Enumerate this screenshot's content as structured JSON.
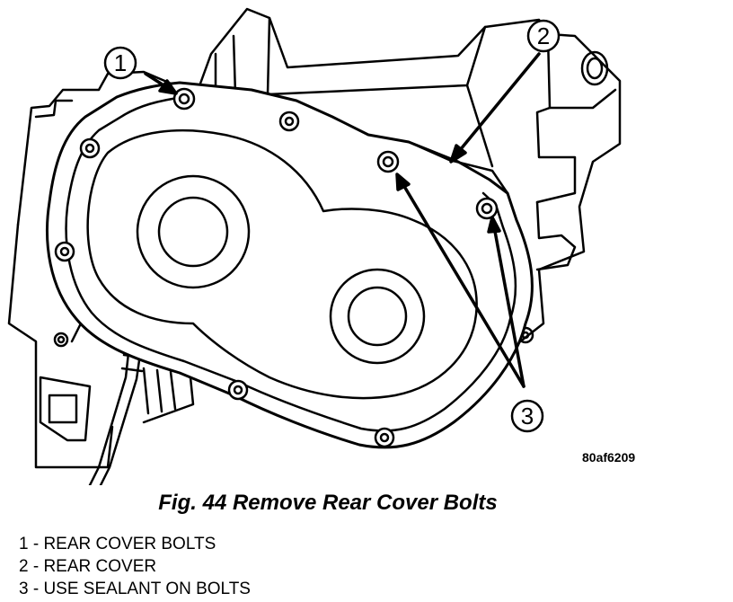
{
  "figure": {
    "id": "80af6209",
    "caption": "Fig. 44 Remove Rear Cover Bolts"
  },
  "callouts": [
    {
      "number": "1",
      "label": "REAR COVER BOLTS"
    },
    {
      "number": "2",
      "label": "REAR COVER"
    },
    {
      "number": "3",
      "label": "USE SEALANT ON BOLTS"
    }
  ],
  "legend": [
    "1 - REAR COVER BOLTS",
    "2 - REAR COVER",
    "3 - USE SEALANT ON BOLTS"
  ]
}
